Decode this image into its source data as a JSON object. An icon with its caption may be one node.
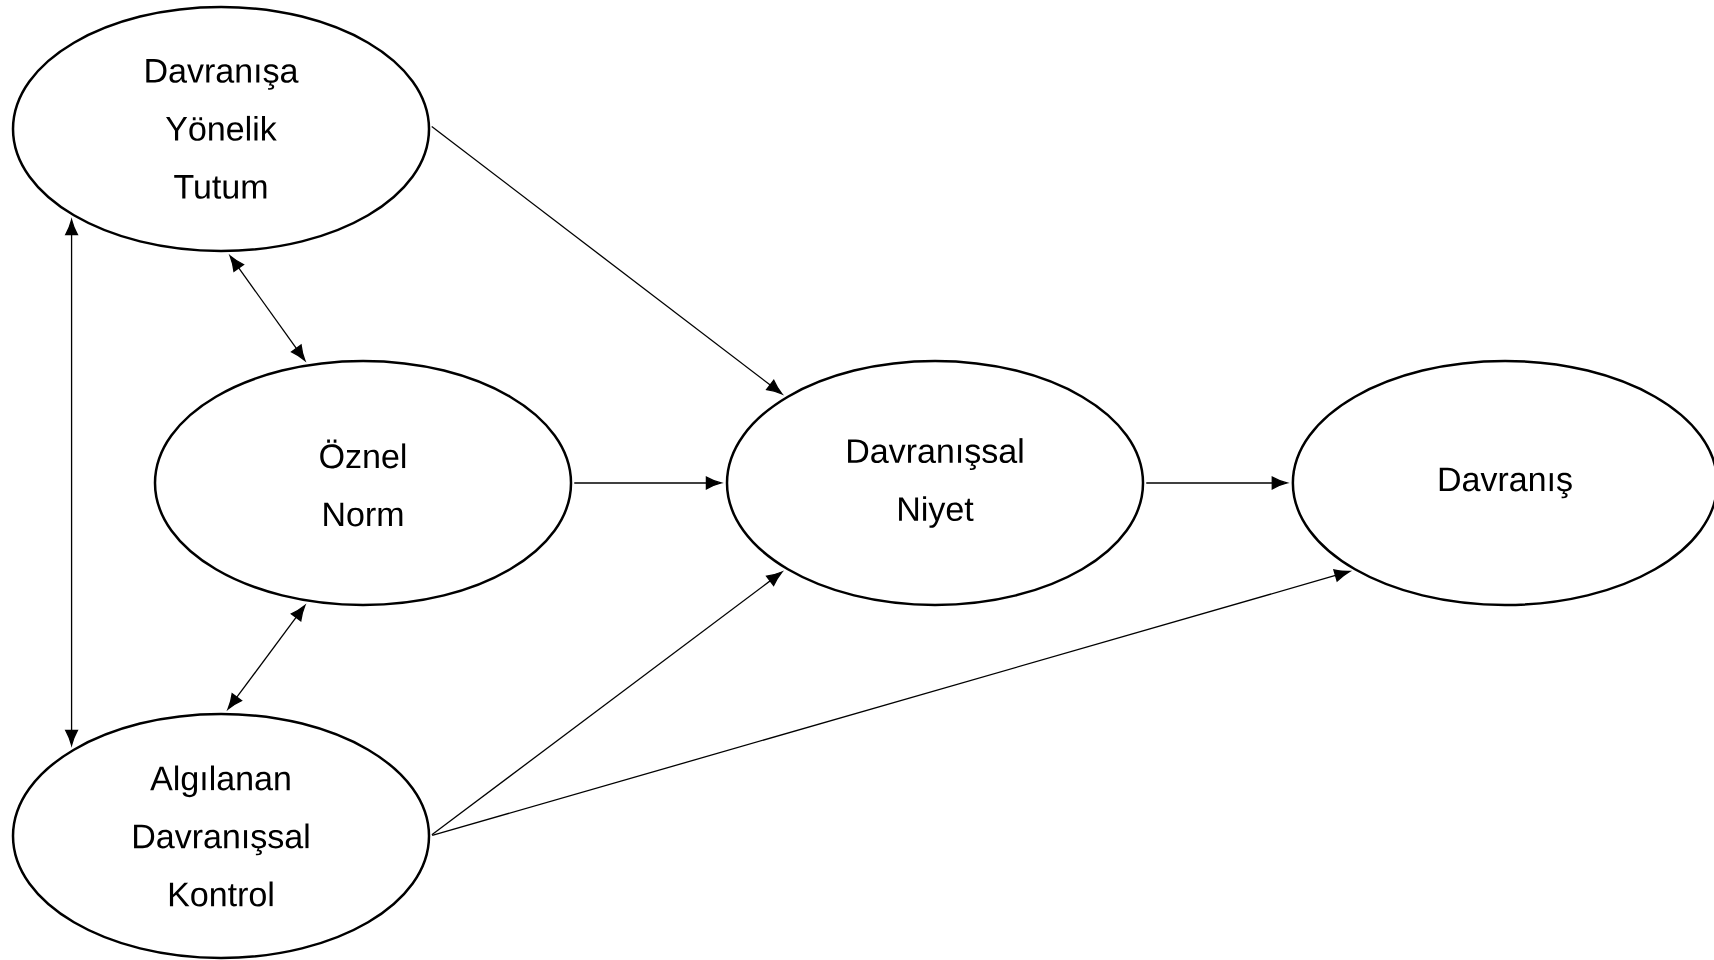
{
  "diagram": {
    "nodes": [
      {
        "text": [
          "Davranışa Yönelik Tutum"
        ]
      },
      {
        "text": [
          "Öznel Norm"
        ]
      },
      {
        "text": [
          "Davranışsal Niyet"
        ]
      },
      {
        "text": [
          "Davranış"
        ]
      },
      {
        "text": [
          "Algılanan Davranışsal Kontrol"
        ]
      }
    ],
    "edges": [
      {
        "from": 0,
        "to": 2,
        "arrow": "to"
      },
      {
        "from": 1,
        "to": 2,
        "arrow": "to"
      },
      {
        "from": 2,
        "to": 3,
        "arrow": "to"
      },
      {
        "from": 4,
        "to": 2,
        "arrow": "to"
      },
      {
        "from": 4,
        "to": 3,
        "arrow": "to"
      },
      {
        "from": 0,
        "to": 1,
        "arrow": "both"
      },
      {
        "from": 1,
        "to": 4,
        "arrow": "both"
      },
      {
        "from": 0,
        "to": 4,
        "arrow": "both"
      }
    ]
  }
}
